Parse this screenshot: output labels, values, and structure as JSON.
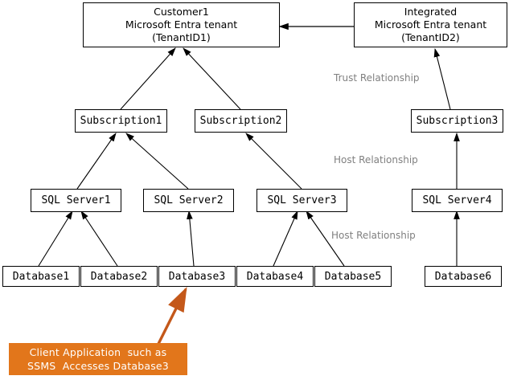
{
  "diagram": {
    "title_present": false,
    "colors": {
      "stroke": "#000000",
      "box_fill": "#ffffff",
      "label_gray": "#808080",
      "callout_orange": "#E2761B",
      "callout_text": "#ffffff"
    },
    "tenants": [
      {
        "id": "customer1-tenant",
        "line1": "Customer1",
        "line2": "Microsoft Entra tenant",
        "line3": "(TenantID1)"
      },
      {
        "id": "integrated-tenant",
        "line1": "Integrated",
        "line2": "Microsoft Entra tenant",
        "line3": "(TenantID2)"
      }
    ],
    "subscriptions": [
      {
        "id": "subscription1",
        "label": "Subscription1"
      },
      {
        "id": "subscription2",
        "label": "Subscription2"
      },
      {
        "id": "subscription3",
        "label": "Subscription3"
      }
    ],
    "servers": [
      {
        "id": "sql-server1",
        "label": "SQL Server1"
      },
      {
        "id": "sql-server2",
        "label": "SQL Server2"
      },
      {
        "id": "sql-server3",
        "label": "SQL Server3"
      },
      {
        "id": "sql-server4",
        "label": "SQL Server4"
      }
    ],
    "databases": [
      {
        "id": "database1",
        "label": "Database1"
      },
      {
        "id": "database2",
        "label": "Database2"
      },
      {
        "id": "database3",
        "label": "Database3"
      },
      {
        "id": "database4",
        "label": "Database4"
      },
      {
        "id": "database5",
        "label": "Database5"
      },
      {
        "id": "database6",
        "label": "Database6"
      }
    ],
    "relationship_labels": [
      {
        "id": "trust-relationship",
        "text": "Trust Relationship"
      },
      {
        "id": "host-relationship-upper",
        "text": "Host Relationship"
      },
      {
        "id": "host-relationship-lower",
        "text": "Host Relationship"
      }
    ],
    "callout": {
      "line1": "Client Application  such as",
      "line2": "SSMS  Accesses Database3"
    }
  }
}
